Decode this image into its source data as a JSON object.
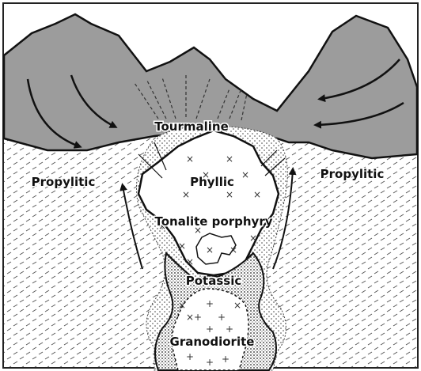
{
  "labels": {
    "tourmaline": "Tourmaline",
    "propylitic_left": "Propylitic",
    "propylitic_right": "Propylitic",
    "phyllic": "Phyllic",
    "tonalite_porphyry": "Tonalite porphyry",
    "potassic": "Potassic",
    "granodiorite": "Granodiorite"
  },
  "colors": {
    "mountains": "#9c9c9c",
    "country_rock": "#ffffff",
    "outline": "#111111",
    "border": "#222222"
  }
}
